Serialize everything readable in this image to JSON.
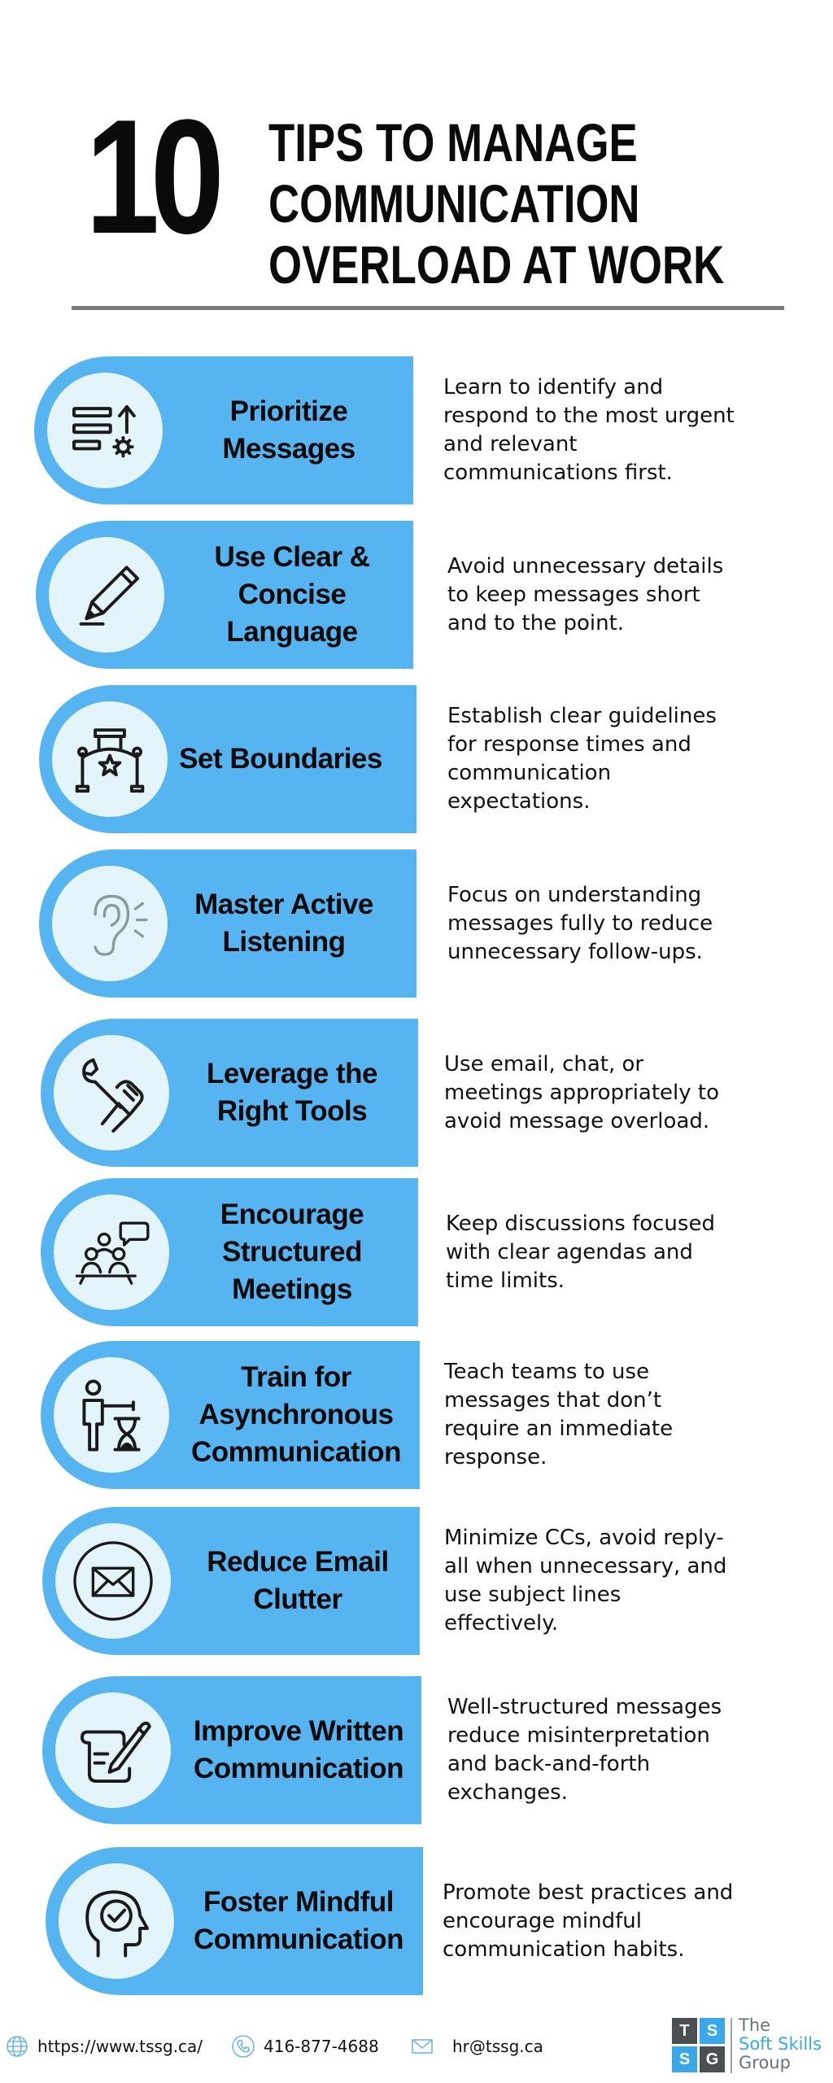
{
  "header": {
    "number": "10",
    "title_lines": [
      "TIPS TO MANAGE",
      "COMMUNICATION",
      "OVERLOAD AT WORK"
    ]
  },
  "tips": [
    {
      "title": "Prioritize\nMessages",
      "description": "Learn to identify and respond to the most urgent and relevant communications first.",
      "icon": "prioritize-list-icon"
    },
    {
      "title": "Use Clear &\nConcise Language",
      "description": "Avoid unnecessary details to keep messages short and to the point.",
      "icon": "pencil-icon"
    },
    {
      "title": "Set Boundaries",
      "description": "Establish clear guidelines for response times and communication expectations.",
      "icon": "rope-barrier-icon"
    },
    {
      "title": "Master Active\nListening",
      "description": "Focus on understanding messages fully to reduce unnecessary follow-ups.",
      "icon": "ear-icon"
    },
    {
      "title": "Leverage the\nRight Tools",
      "description": "Use email, chat, or meetings appropriately to avoid message overload.",
      "icon": "wrench-hand-icon"
    },
    {
      "title": "Encourage\nStructured\nMeetings",
      "description": "Keep discussions focused with clear agendas and time limits.",
      "icon": "meeting-icon"
    },
    {
      "title": "Train for\nAsynchronous\nCommunication",
      "description": "Teach teams to use messages that don’t require an immediate response.",
      "icon": "hourglass-presenter-icon"
    },
    {
      "title": "Reduce Email\nClutter",
      "description": "Minimize CCs, avoid reply-all when unnecessary, and use subject lines effectively.",
      "icon": "envelope-icon"
    },
    {
      "title": "Improve Written\nCommunication",
      "description": "Well-structured messages reduce misinterpretation and back-and-forth exchanges.",
      "icon": "quill-paper-icon"
    },
    {
      "title": "Foster Mindful\nCommunication",
      "description": "Promote best practices and encourage mindful communication habits.",
      "icon": "mindful-head-icon"
    }
  ],
  "footer": {
    "website": "https://www.tssg.ca/",
    "phone": "416-877-4688",
    "email": "hr@tssg.ca",
    "logo_letters": [
      "T",
      "S",
      "S",
      "G"
    ],
    "logo_text": [
      "The",
      "Soft Skills",
      "Group"
    ]
  },
  "colors": {
    "pill": "#56b4f0",
    "icon_disc": "#e4f4fb",
    "logo_gray": "#4a4f52",
    "logo_blue": "#3aa8e8"
  }
}
